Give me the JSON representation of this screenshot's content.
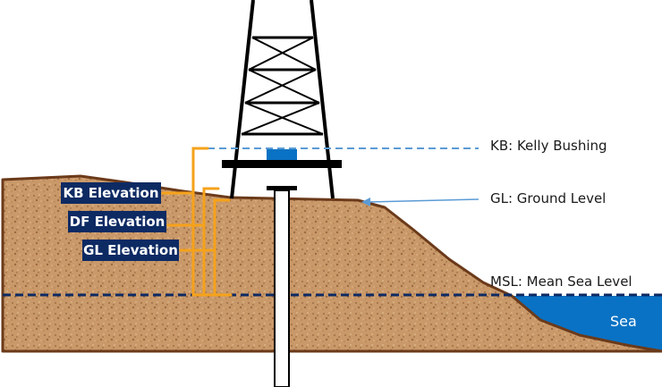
{
  "labels": {
    "kb_elevation": "KB Elevation",
    "df_elevation": "DF Elevation",
    "gl_elevation": "GL Elevation",
    "kb": "KB: Kelly Bushing",
    "gl": "GL: Ground Level",
    "msl": "MSL: Mean Sea Level",
    "sea": "Sea"
  },
  "colors": {
    "ground_fill": "#c9996a",
    "ground_outline": "#6b3a1a",
    "sea": "#0a72c4",
    "label_bg": "#0d2a63",
    "bracket": "#f5a21b",
    "msl_line": "#0d2a63",
    "kb_line": "#5b9bd5",
    "kelly_bushing": "#0a72c4",
    "derrick": "#000000"
  }
}
